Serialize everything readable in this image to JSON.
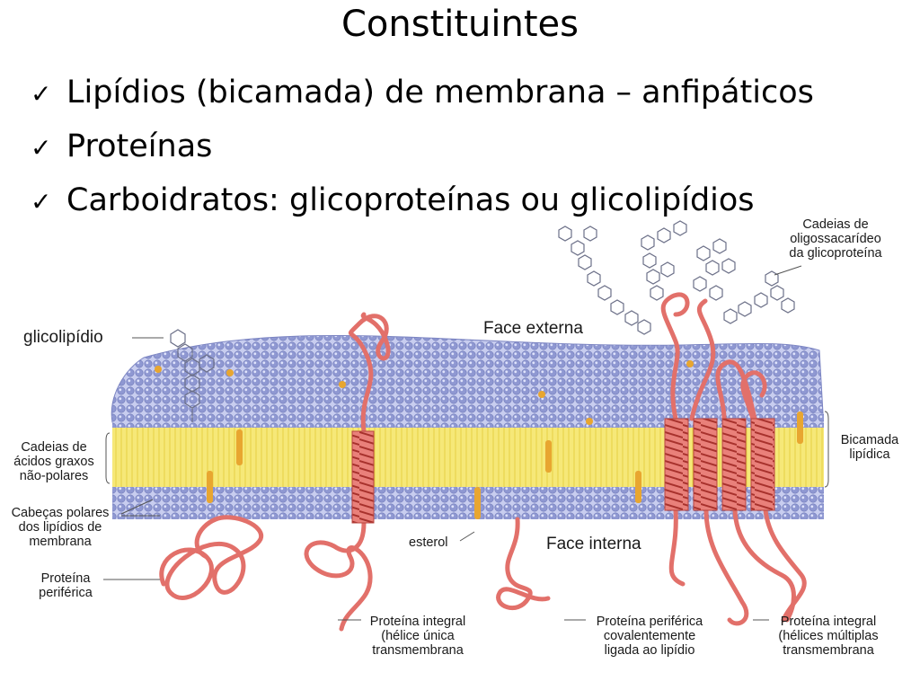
{
  "slide": {
    "title": "Constituintes",
    "bullets": [
      {
        "check_icon": "checkmark-icon",
        "text": "Lipídios (bicamada) de membrana – anfipáticos"
      },
      {
        "check_icon": "checkmark-icon",
        "text": "Proteínas"
      },
      {
        "check_icon": "checkmark-icon",
        "text": "Carboidratos: glicoproteínas ou glicolipídios"
      }
    ]
  },
  "labels": {
    "glycolipid": "glicolipídio",
    "oligosaccharide_l1": "Cadeias de",
    "oligosaccharide_l2": "oligossacarídeo",
    "oligosaccharide_l3": "da glicoproteína",
    "external_face": "Face externa",
    "internal_face": "Face interna",
    "fatty_l1": "Cadeias de",
    "fatty_l2": "ácidos graxos",
    "fatty_l3": "não-polares",
    "polar_l1": "Cabeças polares",
    "polar_l2": "dos lipídios de",
    "polar_l3": "membrana",
    "peripheral_l1": "Proteína",
    "peripheral_l2": "periférica",
    "sterol": "esterol",
    "bilayer_l1": "Bicamada",
    "bilayer_l2": "lipídica",
    "integral_single_l1": "Proteína integral",
    "integral_single_l2": "(hélice única",
    "integral_single_l3": "transmembrana",
    "covalent_l1": "Proteína periférica",
    "covalent_l2": "covalentemente",
    "covalent_l3": "ligada ao lipídio",
    "integral_multi_l1": "Proteína integral",
    "integral_multi_l2": "(hélices múltiplas",
    "integral_multi_l3": "transmembrana"
  },
  "colors": {
    "head_group": "#9aa3d8",
    "tail_region": "#f4e46a",
    "protein": "#e2706a",
    "protein_dark": "#b8443f",
    "sterol": "#e8a630",
    "sugar_chain": "#6c7088"
  }
}
